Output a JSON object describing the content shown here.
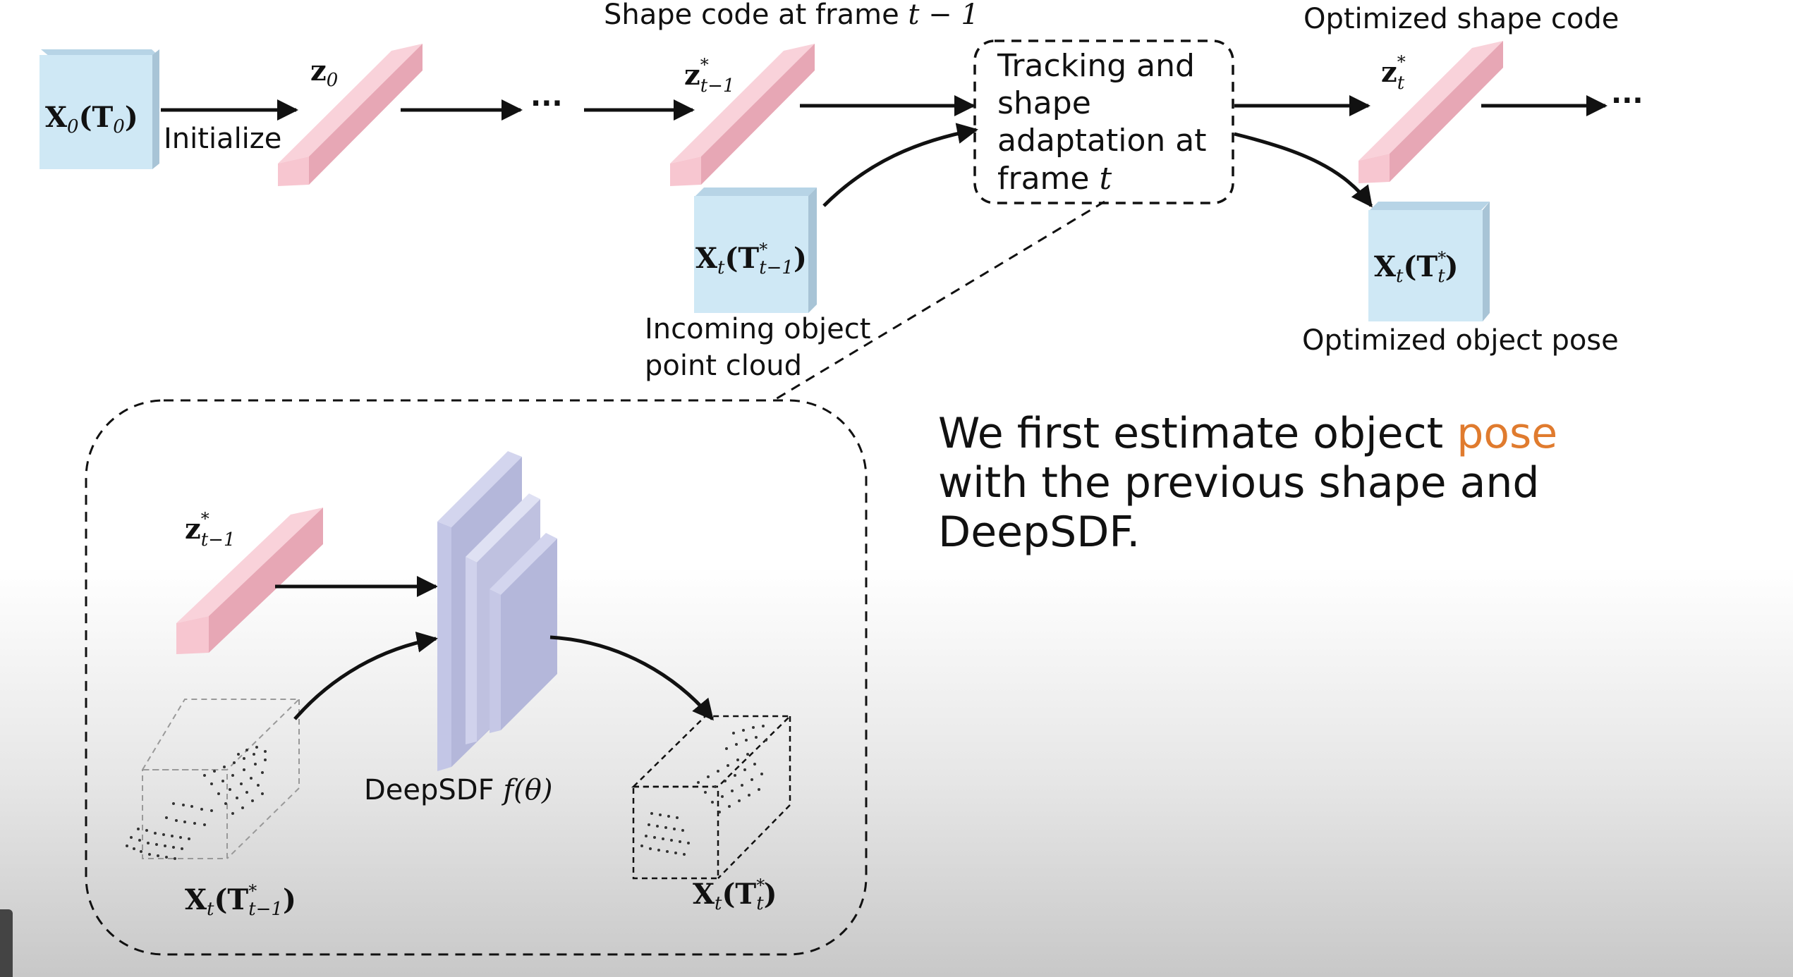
{
  "labels": {
    "x0_box": "X",
    "x0_sub": "0",
    "x0_paren": "(T",
    "x0_paren_sub": "0",
    "x0_close": ")",
    "initialize": "Initialize",
    "z0": "z",
    "z0_sub": "0",
    "ellipsis": "···",
    "shape_code_title": "Shape code at frame ",
    "shape_code_t": "t − 1",
    "zt1": "z",
    "zt1_sup": "*",
    "zt1_sub": "t−1",
    "tracking_lines": [
      "Tracking and",
      "shape",
      "adaptation at",
      "frame "
    ],
    "tracking_t": "t",
    "xt_incoming": "X",
    "xt_sub": "t",
    "xt_T": "(T",
    "xt_T_sup": "*",
    "xt_T_sub": "t−1",
    "xt_close": ")",
    "incoming_line1": "Incoming object",
    "incoming_line2": "point cloud",
    "optimized_shape_code": "Optimized shape code",
    "zt": "z",
    "zt_sup": "*",
    "zt_sub": "t",
    "xt_opt": "X",
    "xt_opt_sub": "t",
    "xt_opt_T": "(T",
    "xt_opt_sup": "*",
    "xt_opt_Tsub": "t",
    "xt_opt_close": ")",
    "optimized_object_pose": "Optimized object pose",
    "deepsdf_label": "DeepSDF ",
    "deepsdf_f": "f(θ)"
  },
  "caption": {
    "part1": "We first estimate object ",
    "highlight": "pose",
    "part2": "with the previous shape and",
    "part3": "DeepSDF."
  },
  "colors": {
    "blue_box": "#cfe8f5",
    "pink_bar": "#f7c6d0",
    "deepsdf": "#c3c6e6",
    "highlight": "#e07b2e"
  }
}
